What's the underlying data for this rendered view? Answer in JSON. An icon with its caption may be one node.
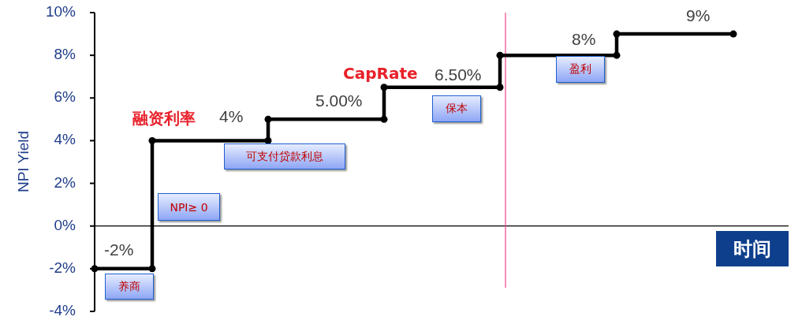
{
  "diagram": {
    "nodes": [
      {
        "text": [
          "养商"
        ]
      },
      {
        "text": [
          "NPI≥ 0"
        ]
      },
      {
        "text": [
          "可支付贷款利息"
        ]
      },
      {
        "text": [
          "保本"
        ]
      },
      {
        "text": [
          "盈利"
        ]
      },
      {
        "text": [
          "时间"
        ]
      }
    ],
    "labels": [
      "10%",
      "8%",
      "6%",
      "4%",
      "2%",
      "0%",
      "-2%",
      "-4%",
      "NPI Yield",
      "-2%",
      "融资利率",
      "4%",
      "5.00%",
      "CapRate",
      "6.50%",
      "8%",
      "9%"
    ]
  }
}
